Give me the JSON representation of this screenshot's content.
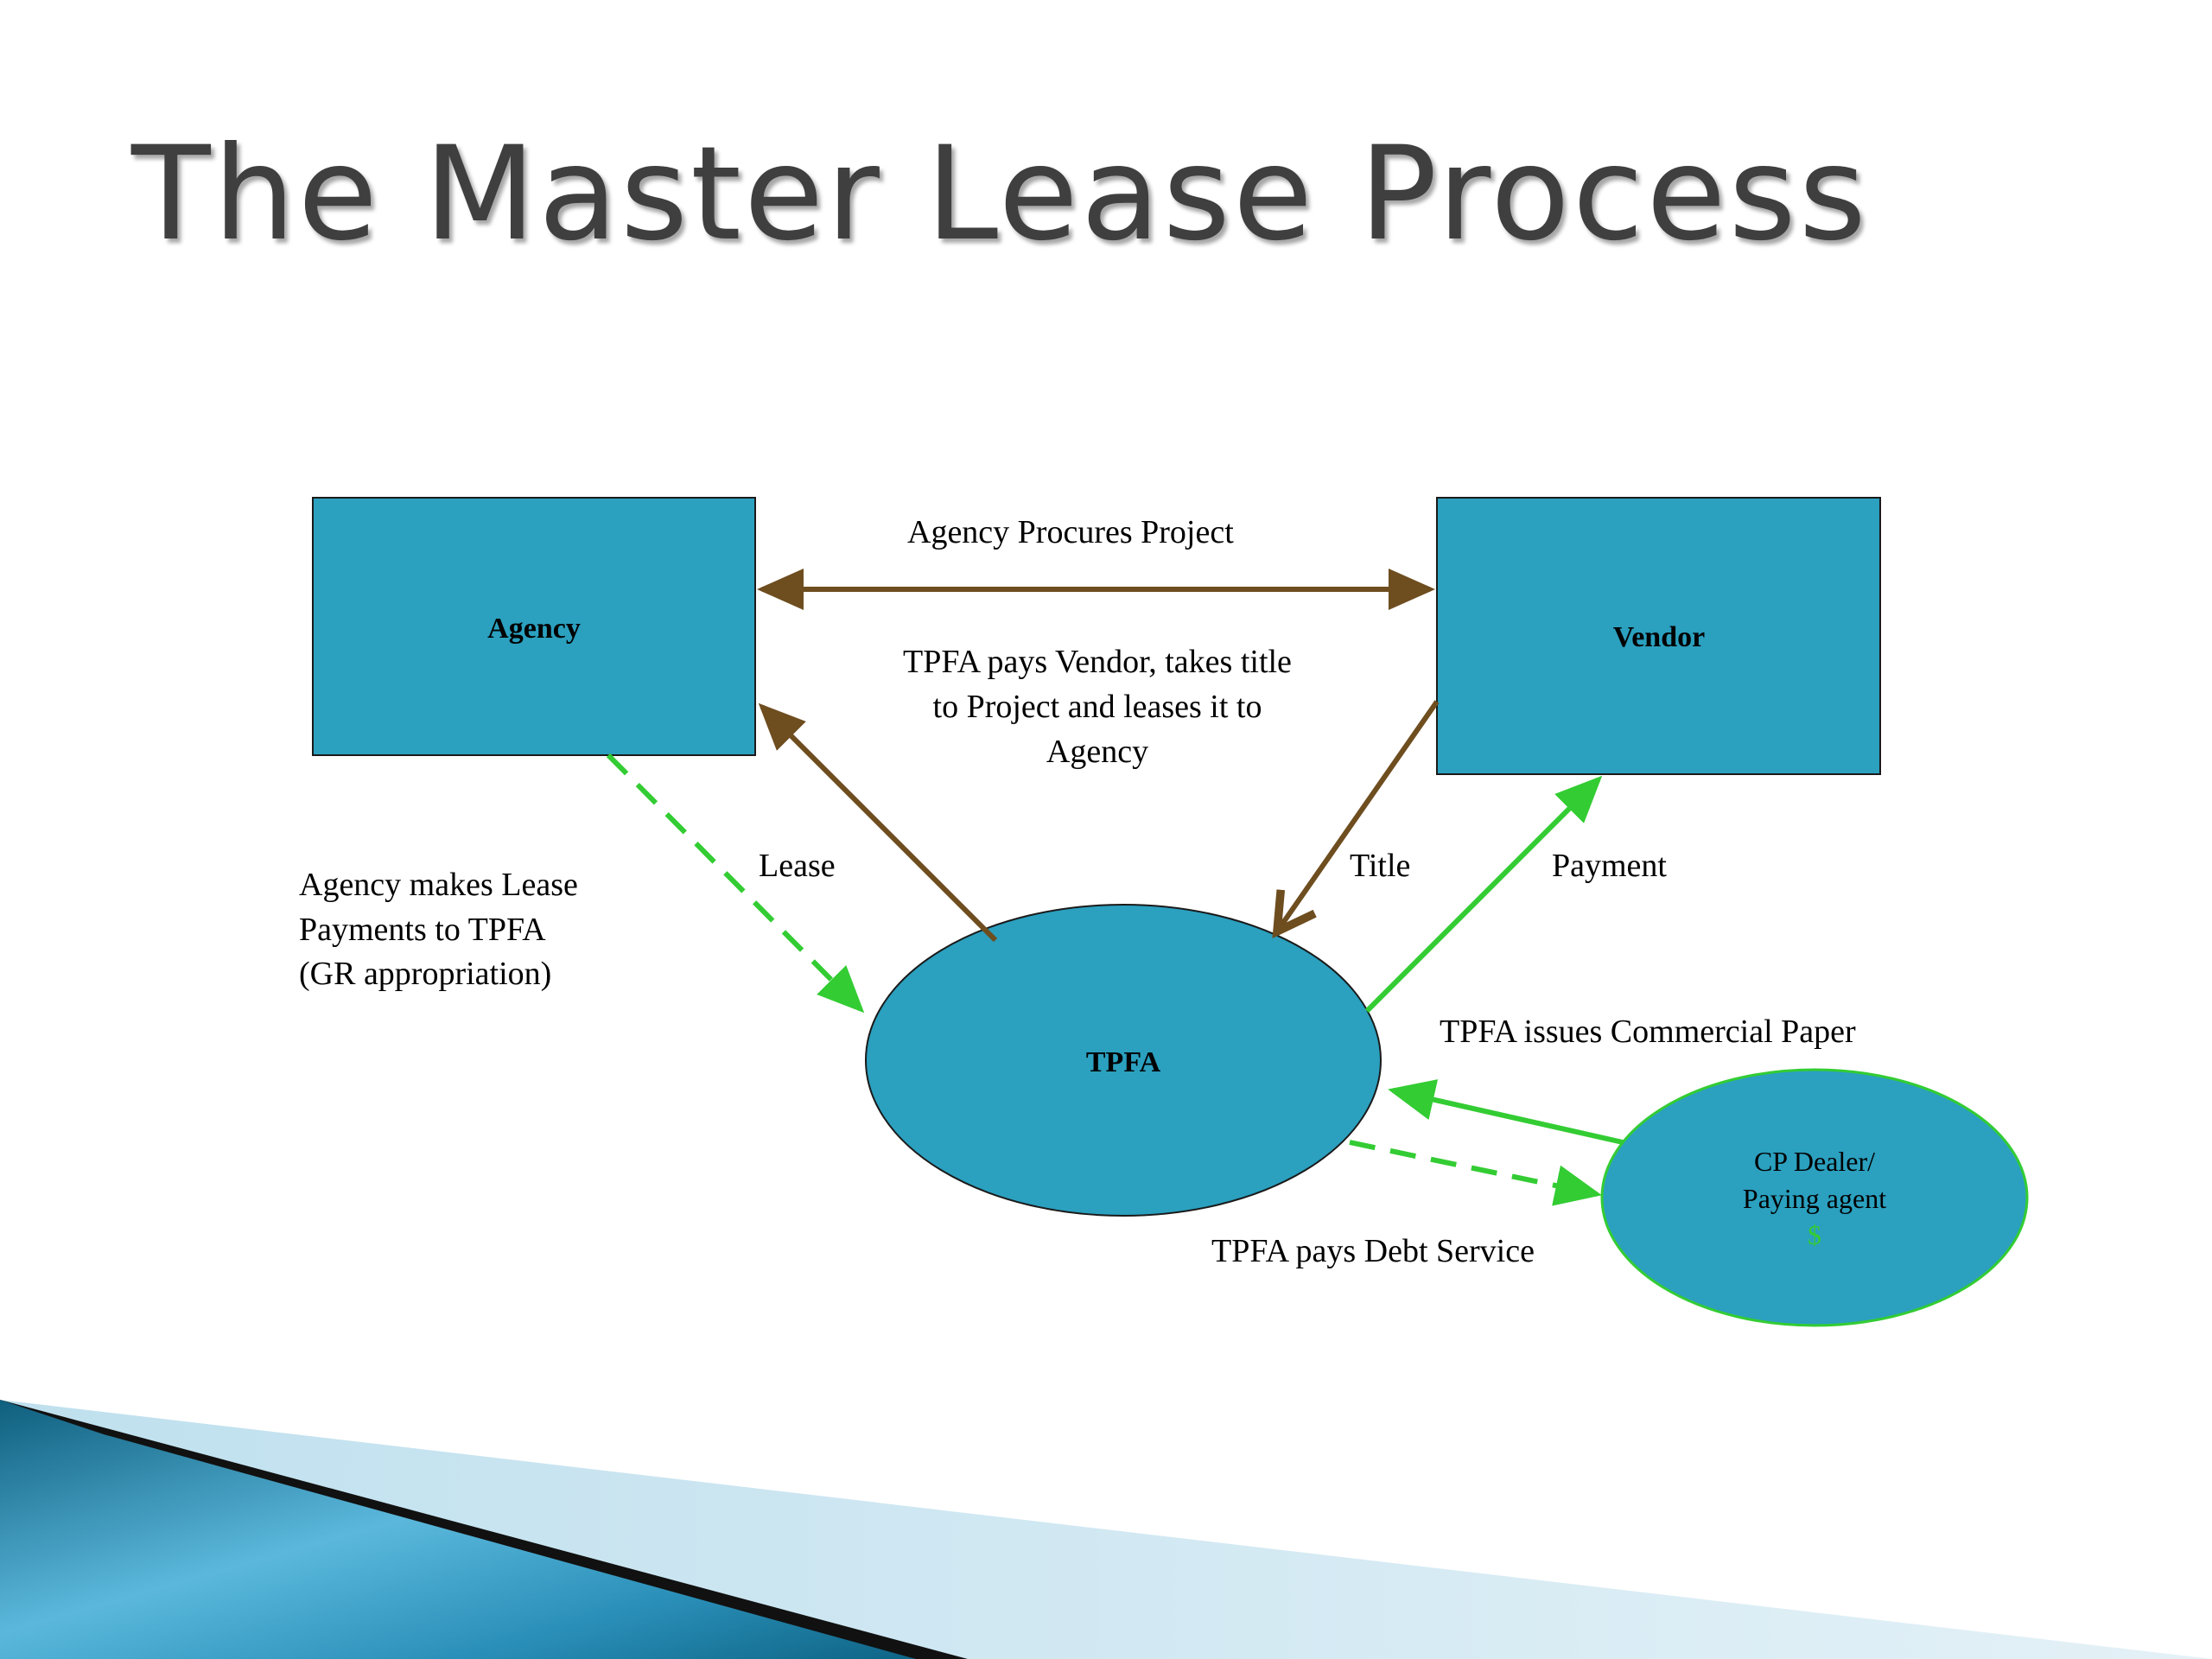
{
  "title": "The Master Lease Process",
  "nodes": {
    "agency": "Agency",
    "vendor": "Vendor",
    "tpfa": "TPFA",
    "cp_dealer_line1": "CP Dealer/",
    "cp_dealer_line2": "Paying agent",
    "cp_dealer_symbol": "$"
  },
  "labels": {
    "procures": "Agency Procures Project",
    "pays_vendor_line1": "TPFA pays Vendor, takes title",
    "pays_vendor_line2": "to Project and leases it to",
    "pays_vendor_line3": "Agency",
    "lease": "Lease",
    "title_flow": "Title",
    "payment": "Payment",
    "lease_payments_line1": "Agency makes Lease",
    "lease_payments_line2": "Payments to TPFA",
    "lease_payments_line3": "(GR appropriation)",
    "issues_cp": "TPFA issues Commercial Paper",
    "debt_service": "TPFA pays Debt Service"
  },
  "colors": {
    "node_fill": "#2ba0bf",
    "brown_arrow": "#6e4d1f",
    "green_arrow": "#33cc33",
    "title_text": "#3f3f3f"
  }
}
